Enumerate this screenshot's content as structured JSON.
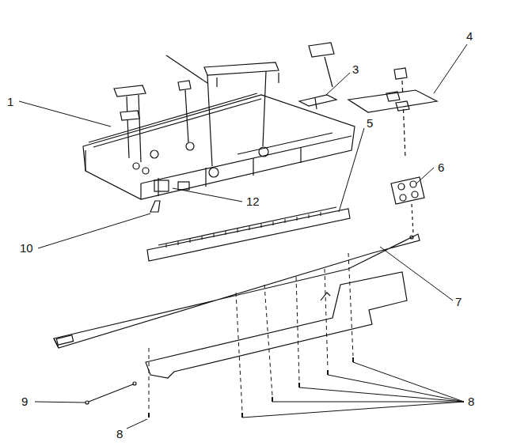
{
  "diagram": {
    "labels": [
      "4",
      "1",
      "3",
      "5",
      "6",
      "12",
      "10",
      "7",
      "9",
      "8",
      "8"
    ]
  }
}
